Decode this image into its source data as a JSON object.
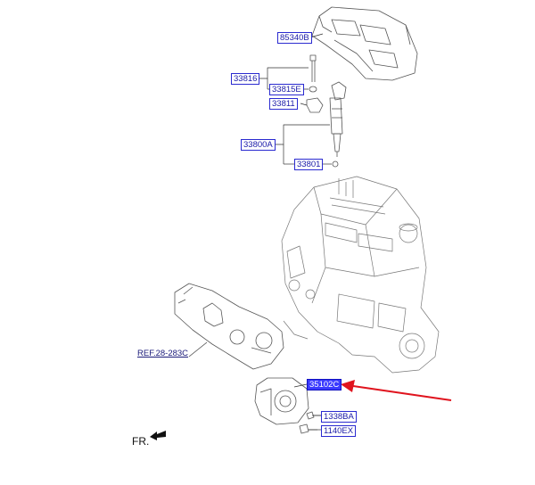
{
  "labels": {
    "p85340b": "85340B",
    "p33816": "33816",
    "p33815e": "33815E",
    "p33811": "33811",
    "p33800a": "33800A",
    "p33801": "33801",
    "p35102c": "35102C",
    "p1338ba": "1338BA",
    "p1140ex": "1140EX",
    "ref": "REF.28-283C"
  },
  "direction": {
    "label": "FR.",
    "icon": "arrow-icon"
  },
  "colors": {
    "label_border": "#2a2ad0",
    "label_text": "#1a1aa8",
    "highlight_fill": "#3b3bff",
    "callout_arrow": "#e0141e",
    "line_art": "#555555"
  }
}
